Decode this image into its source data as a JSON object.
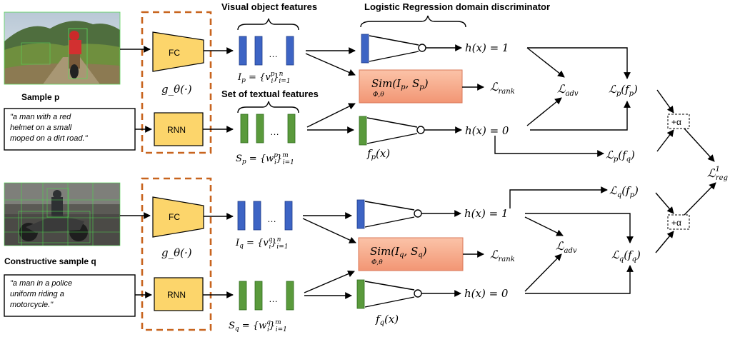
{
  "headers": {
    "visual_features": "Visual object features",
    "textual_features": "Set of textual features",
    "discriminator": "Logistic Regression domain discriminator"
  },
  "sample_p": {
    "label": "Sample p",
    "caption": [
      "\"a man with a red",
      "helmet on a small",
      "moped on a dirt road.\""
    ],
    "image_feature": "I_p = {v_i^p}_{i=1}^n",
    "text_feature": "S_p = {w_i^p}_{i=1}^m",
    "sim": "Sim(I_p, S_p)",
    "sim_sub": "Φ,θ",
    "f_label": "f_p(x)",
    "h_top": "h(x) = 1",
    "h_bottom": "h(x) = 0",
    "rank": "L_rank",
    "adv": "L_adv",
    "lp_fp": "L_p(f_p)",
    "lp_fq": "L_p(f_q)"
  },
  "sample_q": {
    "label": "Constructive sample q",
    "caption": [
      "\"a man in a police",
      "uniform riding a",
      "motorcycle.\""
    ],
    "image_feature": "I_q = {v_i^q}_{i=1}^n",
    "text_feature": "S_q = {w_i^q}_{i=1}^m",
    "sim": "Sim(I_q, S_q)",
    "sim_sub": "Φ,θ",
    "f_label": "f_q(x)",
    "h_top": "h(x) = 1",
    "h_bottom": "h(x) = 0",
    "rank": "L_rank",
    "adv": "L_adv",
    "lq_fp": "L_q(f_p)",
    "lq_fq": "L_q(f_q)"
  },
  "blocks": {
    "fc": "FC",
    "rnn": "RNN",
    "g_theta": "g_θ(·)",
    "plus_alpha": "+α",
    "ellipsis": "…"
  },
  "loss_reg": "L_reg^1",
  "colors": {
    "visual": "#3d64c4",
    "textual": "#5a9a3c",
    "yellow_block": "#fcd56b",
    "sim_box": "#f5a98c",
    "dashed_frame": "#c8641e"
  }
}
